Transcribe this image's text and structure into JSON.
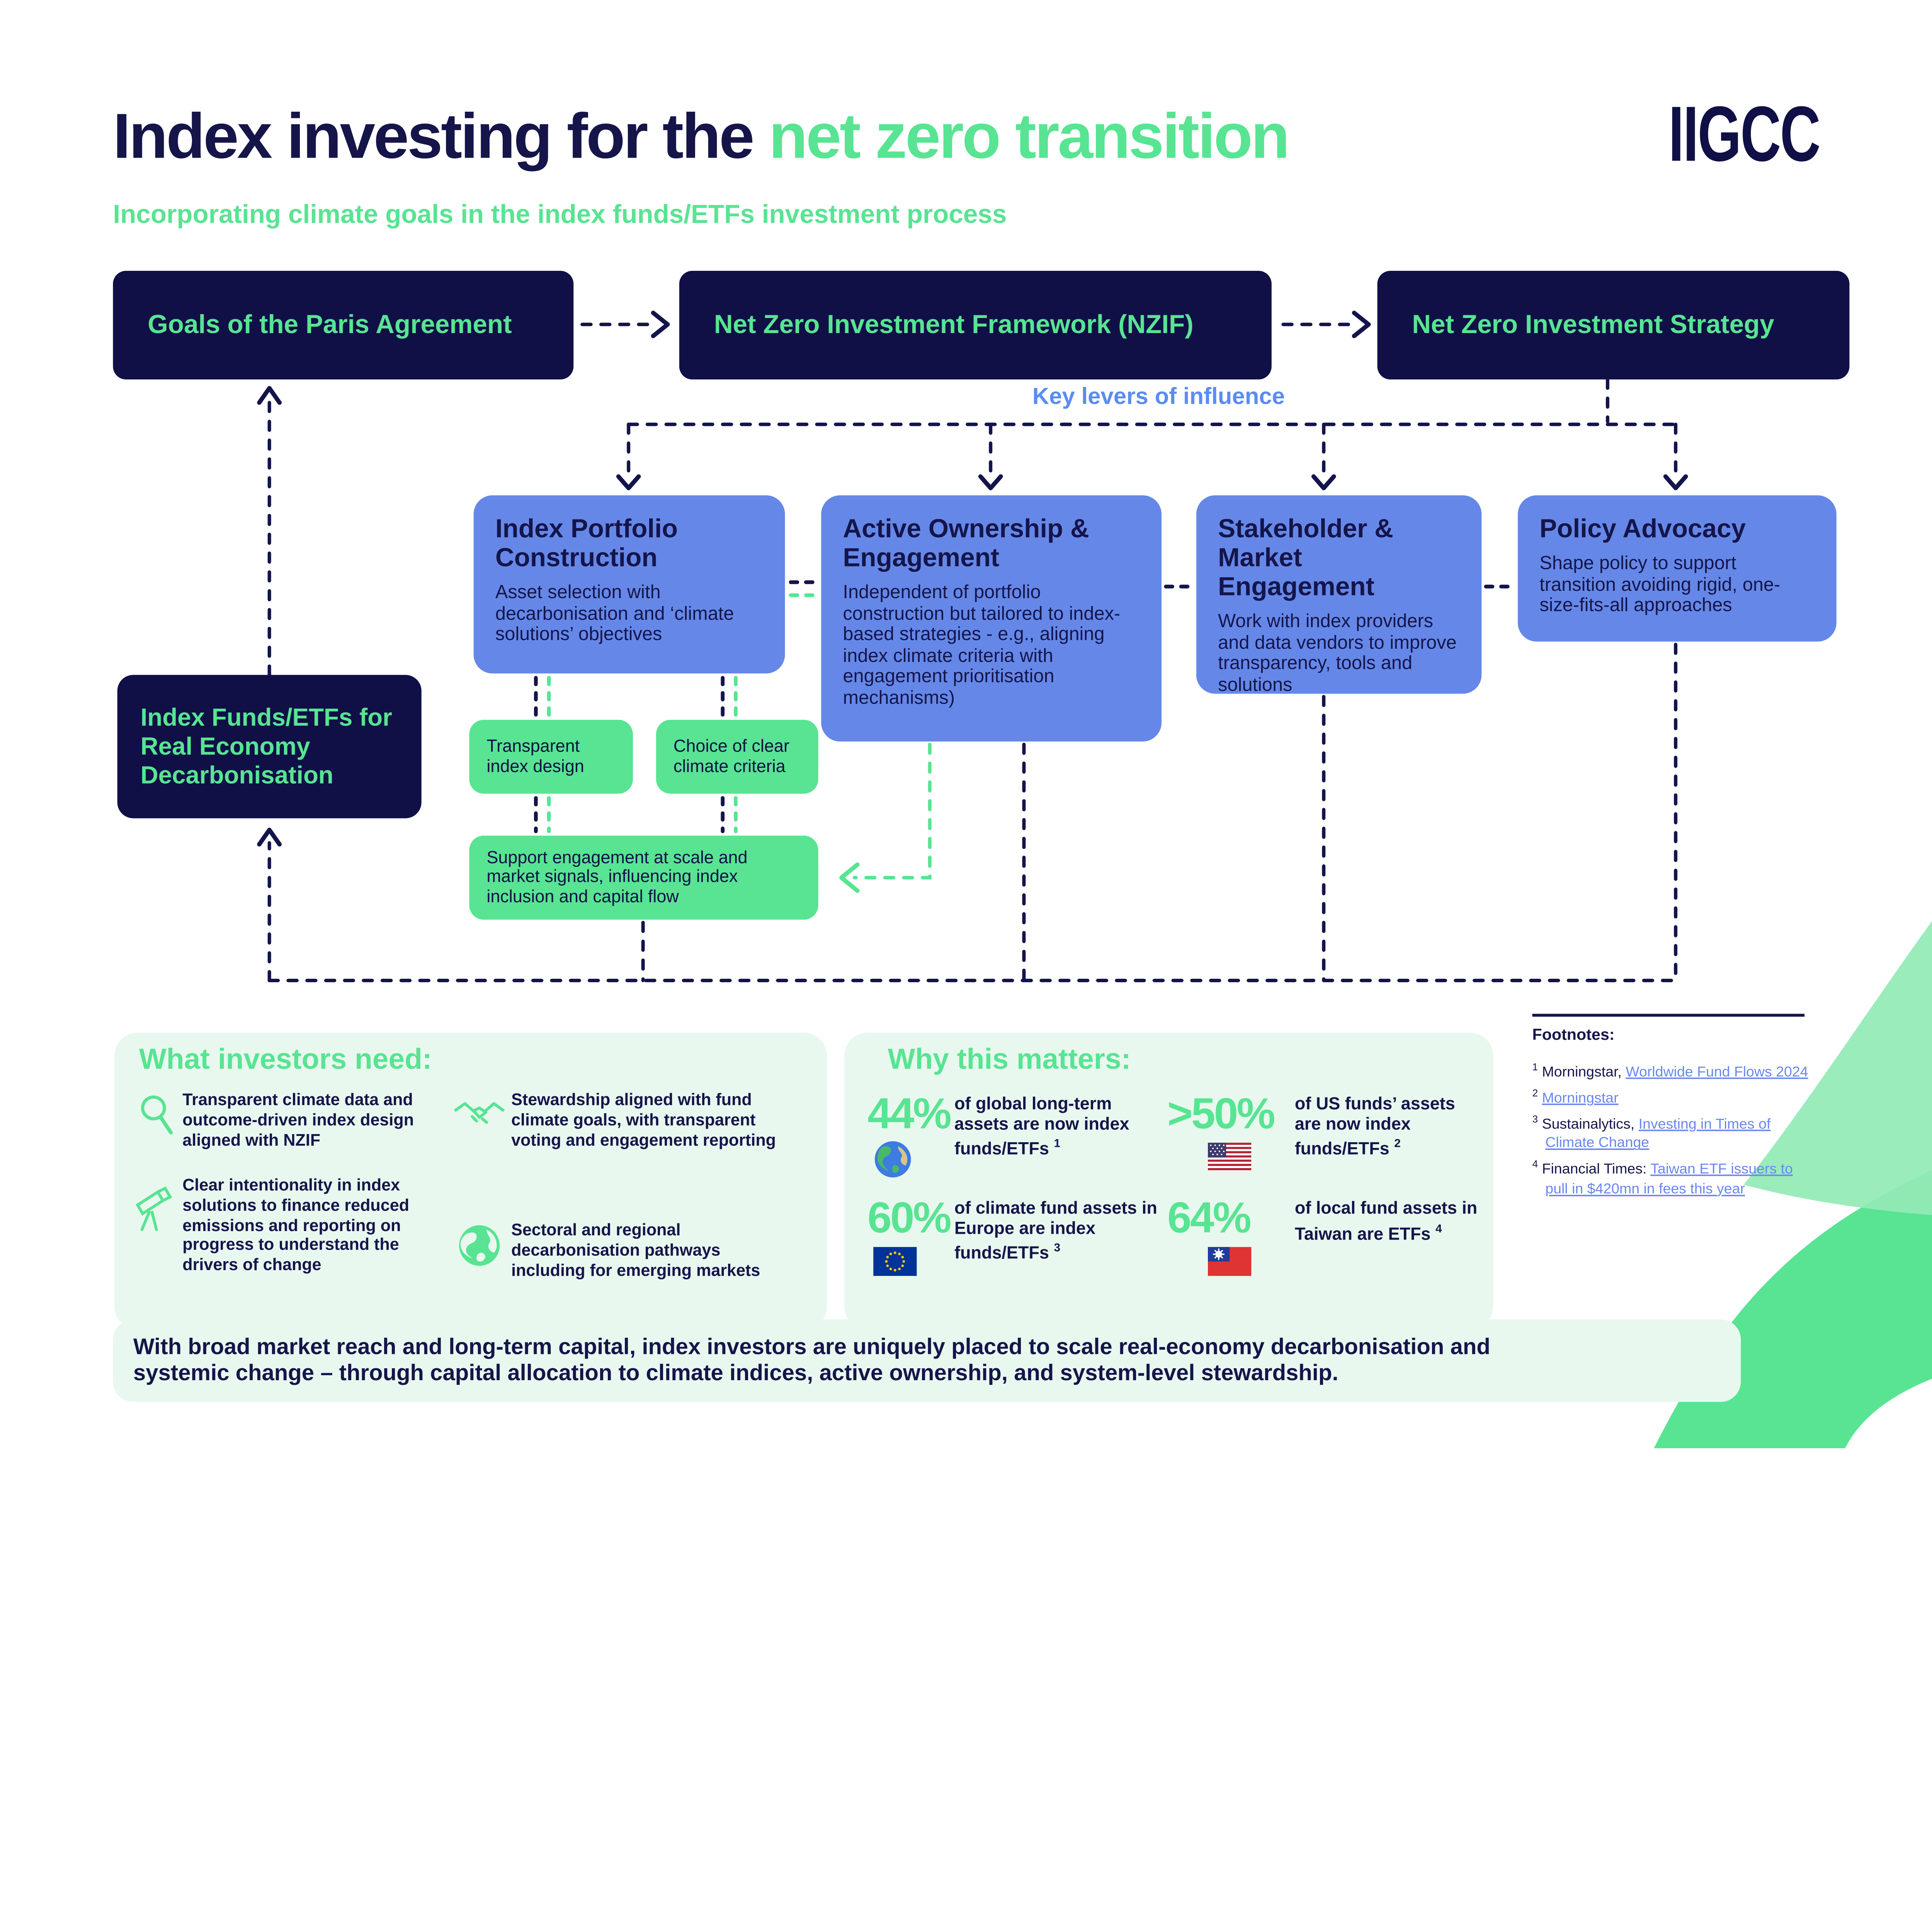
{
  "header": {
    "title_prefix": "Index investing for the ",
    "title_highlight": "net zero transition",
    "subtitle": "Incorporating climate goals in the index funds/ETFs investment process",
    "logo_text": "IIGCC"
  },
  "colors": {
    "navy": "#101047",
    "accent_green": "#58E492",
    "lever_blue": "#6588E8",
    "key_levers_blue": "#5B8CF0",
    "panel_mint": "#E9F8EF",
    "link_blue": "#6A86F0"
  },
  "flow": {
    "top_boxes": [
      {
        "label": "Goals of the Paris Agreement"
      },
      {
        "label": "Net Zero Investment Framework (NZIF)"
      },
      {
        "label": "Net Zero Investment Strategy"
      }
    ],
    "key_levers_label": "Key levers of influence",
    "levers": [
      {
        "title": "Index Portfolio Construction",
        "body": "Asset selection with decarbonisation and ‘climate solutions’ objectives"
      },
      {
        "title": "Active Ownership & Engagement",
        "body": "Independent of portfolio construction but tailored to index-based strategies - e.g., aligning index climate criteria with engagement prioritisation mechanisms)"
      },
      {
        "title": "Stakeholder & Market Engagement",
        "body": "Work with index providers and data vendors to improve transparency, tools and solutions"
      },
      {
        "title": "Policy Advocacy",
        "body": "Shape policy to support transition avoiding rigid, one-size-fits-all approaches"
      }
    ],
    "outcome_box": {
      "label": "Index Funds/ETFs for Real Economy Decarbonisation"
    },
    "tactic_boxes": [
      {
        "label": "Transparent index design"
      },
      {
        "label": "Choice of clear climate criteria"
      },
      {
        "label": "Support engagement at scale and market signals, influencing index inclusion and capital flow"
      }
    ]
  },
  "investors_need": {
    "heading": "What investors need:",
    "items": [
      {
        "icon": "magnifier-icon",
        "text": "Transparent climate data and outcome-driven index design aligned with NZIF"
      },
      {
        "icon": "telescope-icon",
        "text": "Clear intentionality in index solutions to finance reduced emissions and reporting on progress to understand the drivers of change"
      },
      {
        "icon": "handshake-icon",
        "text": "Stewardship aligned with fund climate goals, with transparent voting and engagement reporting"
      },
      {
        "icon": "globe-icon",
        "text": "Sectoral and regional decarbonisation pathways including for emerging markets"
      }
    ]
  },
  "why_matters": {
    "heading": "Why this matters:",
    "stats": [
      {
        "value": "44%",
        "icon": "earth-icon",
        "text": "of global long-term assets are now index funds/ETFs",
        "ref": "1"
      },
      {
        "value": ">50%",
        "icon": "us-flag-icon",
        "text": "of US funds’ assets are now index funds/ETFs",
        "ref": "2"
      },
      {
        "value": "60%",
        "icon": "eu-flag-icon",
        "text": "of climate fund assets in Europe are index funds/ETFs",
        "ref": "3"
      },
      {
        "value": "64%",
        "icon": "taiwan-flag-icon",
        "text": "of local fund assets in Taiwan are ETFs",
        "ref": "4"
      }
    ]
  },
  "footnotes": {
    "heading": "Footnotes:",
    "items": [
      {
        "num": "1",
        "pre": "Morningstar, ",
        "link": "Worldwide Fund Flows 2024"
      },
      {
        "num": "2",
        "pre": "",
        "link": "Morningstar"
      },
      {
        "num": "3",
        "pre": "Sustainalytics, ",
        "link": "Investing in Times of Climate Change"
      },
      {
        "num": "4",
        "pre": "Financial Times: ",
        "link": "Taiwan ETF issuers to pull in $420mn in fees this year"
      }
    ]
  },
  "banner": {
    "text": "With broad market reach and long-term capital, index investors are uniquely placed to scale real-economy decarbonisation and systemic change – through capital allocation to climate indices, active ownership, and system-level stewardship."
  }
}
